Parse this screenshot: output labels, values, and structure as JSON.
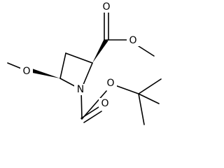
{
  "molecule": {
    "atom_labels": {
      "ester_carbonyl_oxygen": "O",
      "ester_alkoxy_oxygen": "O",
      "methoxy_oxygen": "O",
      "ring_nitrogen": "N",
      "boc_carbonyl_oxygen": "O",
      "boc_alkoxy_oxygen": "O"
    },
    "colors": {
      "bond": "#000000",
      "text": "#000000",
      "background": "#ffffff"
    }
  }
}
